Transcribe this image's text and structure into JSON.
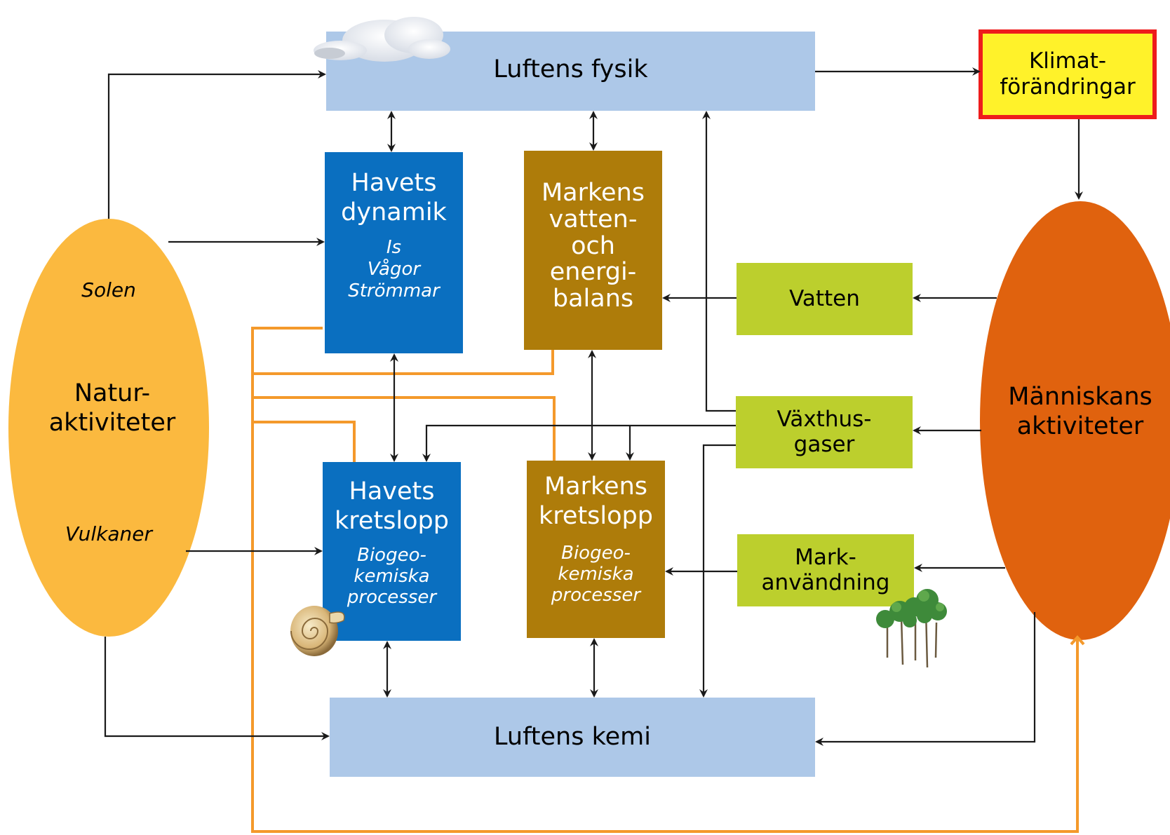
{
  "nodes": {
    "luftens_fysik": "Luftens fysik",
    "luftens_kemi": "Luftens kemi",
    "klimat_line1": "Klimat-",
    "klimat_line2": "förändringar",
    "havets_dynamik_line1": "Havets",
    "havets_dynamik_line2": "dynamik",
    "havets_dynamik_sub1": "Is",
    "havets_dynamik_sub2": "Vågor",
    "havets_dynamik_sub3": "Strömmar",
    "markens_balans_line1": "Markens",
    "markens_balans_line2": "vatten-",
    "markens_balans_line3": "och",
    "markens_balans_line4": "energi-",
    "markens_balans_line5": "balans",
    "havets_kretslopp_line1": "Havets",
    "havets_kretslopp_line2": "kretslopp",
    "havets_kretslopp_sub1": "Biogeo-",
    "havets_kretslopp_sub2": "kemiska",
    "havets_kretslopp_sub3": "processer",
    "markens_kretslopp_line1": "Markens",
    "markens_kretslopp_line2": "kretslopp",
    "markens_kretslopp_sub1": "Biogeo-",
    "markens_kretslopp_sub2": "kemiska",
    "markens_kretslopp_sub3": "processer",
    "vatten": "Vatten",
    "vaxthus_line1": "Växthus-",
    "vaxthus_line2": "gaser",
    "mark_line1": "Mark-",
    "mark_line2": "användning",
    "natur_line1": "Natur-",
    "natur_line2": "aktiviteter",
    "natur_solen": "Solen",
    "natur_vulkaner": "Vulkaner",
    "manniska_line1": "Människans",
    "manniska_line2": "aktiviteter"
  },
  "colors": {
    "light_blue": "#adc8e8",
    "ocean_blue": "#0a6fc0",
    "soil_brown": "#ae7c0a",
    "lime": "#bccf2d",
    "sun_orange": "#fbb93f",
    "human_orange": "#e0620e",
    "feedback_orange": "#f4992b",
    "klimat_fill": "#fff22a",
    "klimat_border": "#ee1c1c",
    "arrow": "#1a1a1a"
  },
  "icons": {
    "cloud": "cloud-icon",
    "shell": "nautilus-shell-icon",
    "trees": "trees-icon"
  }
}
